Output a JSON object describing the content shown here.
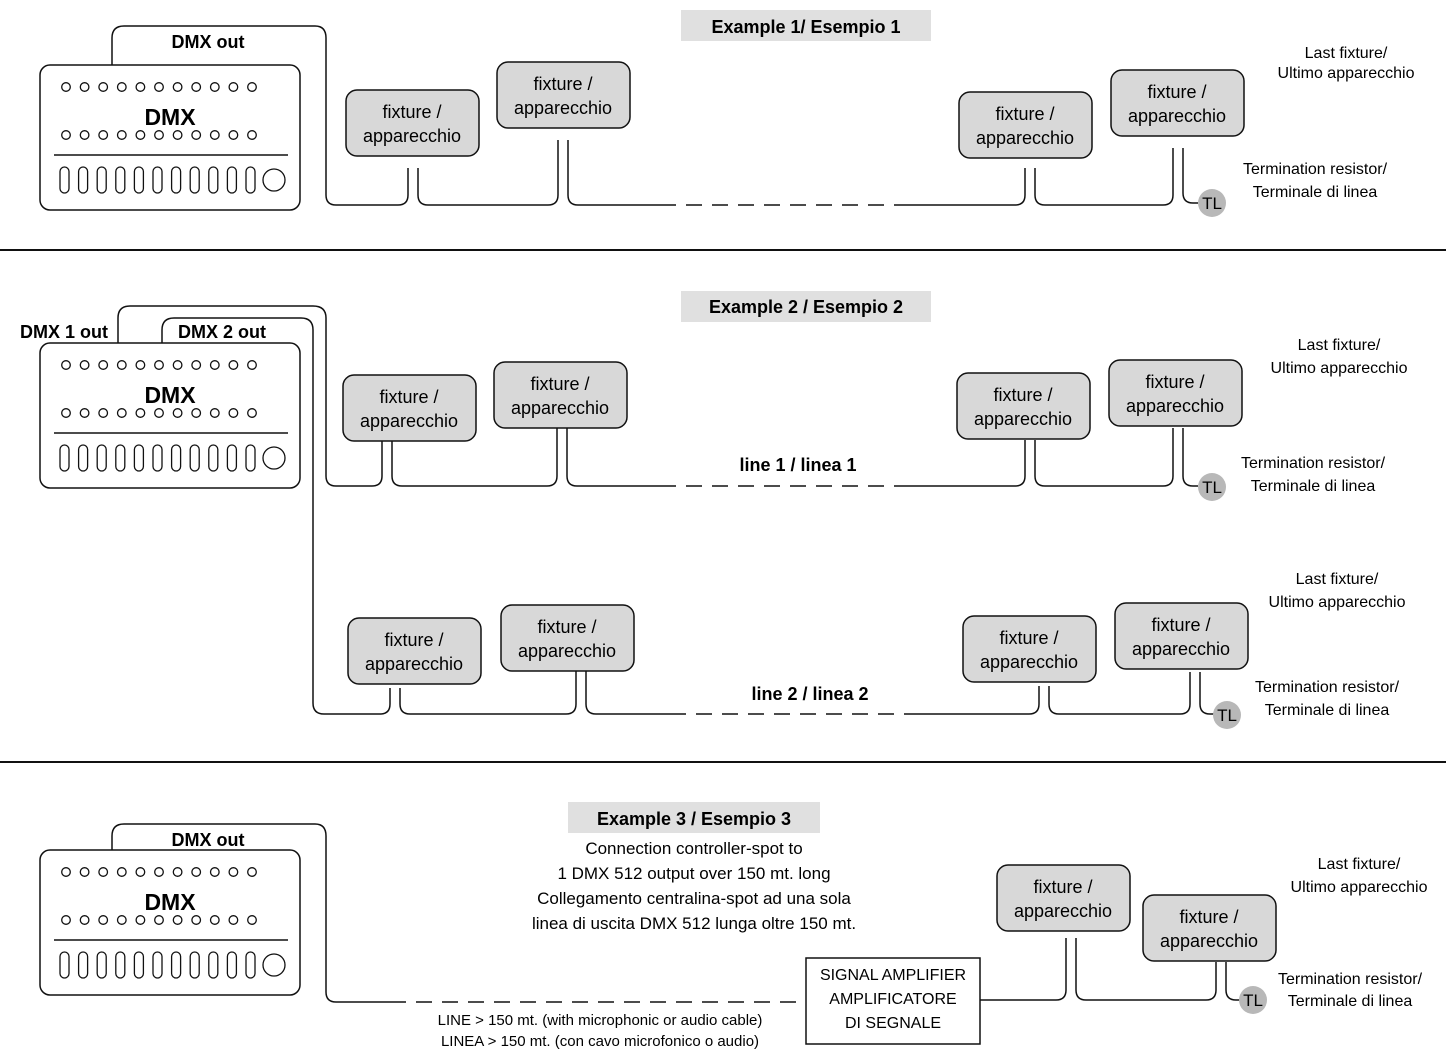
{
  "colors": {
    "box_fill": "#d8d8d8",
    "title_bg": "#e0e0e0",
    "tl_fill": "#b8b8b8",
    "stroke": "#111111"
  },
  "common": {
    "dmx_label": "DMX",
    "fixture_line1": "fixture /",
    "fixture_line2": "apparecchio",
    "last_fixture_1": "Last fixture/",
    "last_fixture_2": "Ultimo apparecchio",
    "term_1": "Termination resistor/",
    "term_2": "Terminale di linea",
    "tl": "TL"
  },
  "example1": {
    "title": "Example 1/ Esempio 1",
    "dmx_out": "DMX out"
  },
  "example2": {
    "title": "Example 2 / Esempio 2",
    "dmx1_out": "DMX 1 out",
    "dmx2_out": "DMX 2 out",
    "line1": "line 1 / linea 1",
    "line2": "line 2 / linea 2"
  },
  "example3": {
    "title": "Example 3 / Esempio 3",
    "dmx_out": "DMX out",
    "desc": [
      "Connection controller-spot to",
      "1 DMX 512 output over 150 mt. long",
      "Collegamento centralina-spot ad una sola",
      "linea di uscita DMX 512 lunga oltre 150 mt."
    ],
    "amp": [
      "SIGNAL AMPLIFIER",
      "AMPLIFICATORE",
      "DI SEGNALE"
    ],
    "line_note": [
      "LINE > 150 mt. (with microphonic or audio cable)",
      "LINEA > 150 mt. (con cavo microfonico o audio)"
    ]
  }
}
